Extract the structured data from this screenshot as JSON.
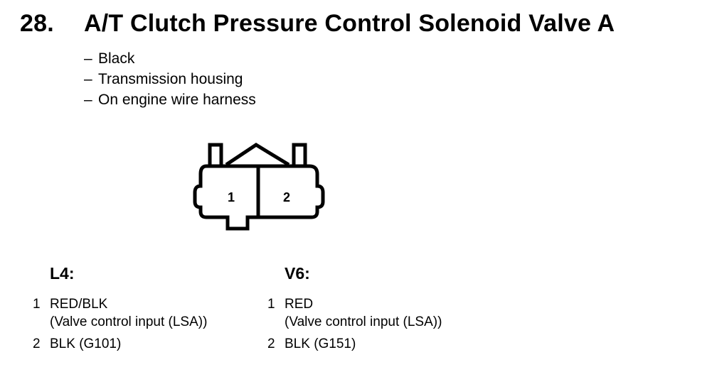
{
  "header": {
    "number": "28.",
    "title": "A/T Clutch Pressure Control Solenoid Valve A"
  },
  "details": [
    "Black",
    "Transmission housing",
    "On engine wire harness"
  ],
  "connector": {
    "pin_labels": [
      "1",
      "2"
    ]
  },
  "variants": [
    {
      "title": "L4:",
      "pins": [
        {
          "num": "1",
          "line1": "RED/BLK",
          "line2": "(Valve control input (LSA))"
        },
        {
          "num": "2",
          "line1": "BLK (G101)"
        }
      ]
    },
    {
      "title": "V6:",
      "pins": [
        {
          "num": "1",
          "line1": "RED",
          "line2": "(Valve control input (LSA))"
        },
        {
          "num": "2",
          "line1": "BLK (G151)"
        }
      ]
    }
  ]
}
